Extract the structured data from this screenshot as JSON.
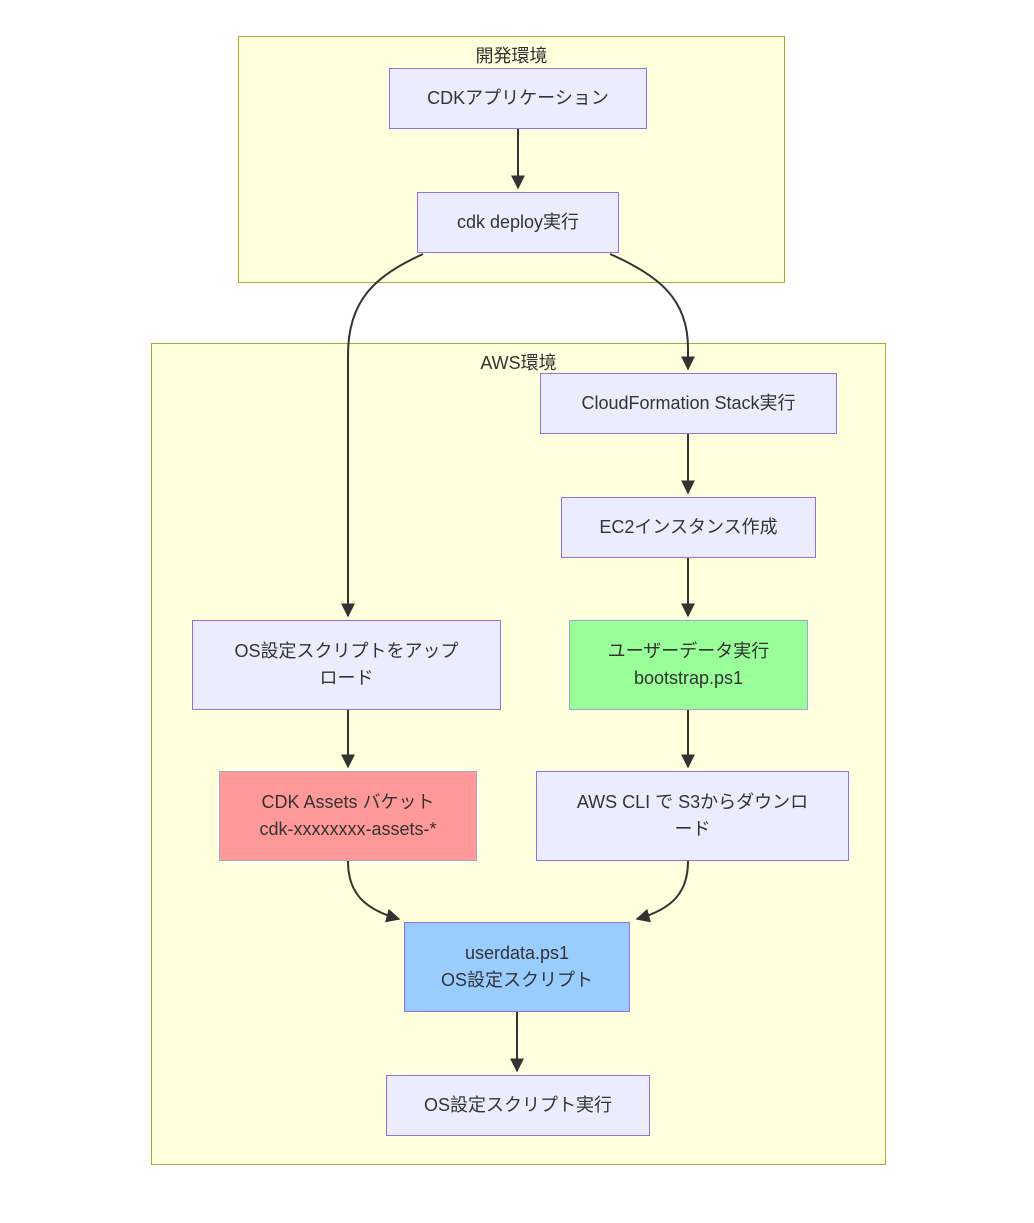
{
  "diagram_type": "flowchart",
  "colors": {
    "canvas_background": "#ffffff",
    "cluster_fill": "#ffffde",
    "cluster_border": "#aaaa33",
    "node_fill": "#ececff",
    "node_border": "#9370db",
    "green_node_fill": "#99ff99",
    "red_node_fill": "#ff9999",
    "blue_node_fill": "#99ccff",
    "colored_node_border": "#a3a3dd",
    "edge_color": "#333333",
    "text_color": "#333333"
  },
  "clusters": {
    "dev": {
      "title": "開発環境"
    },
    "aws": {
      "title": "AWS環境"
    }
  },
  "nodes": {
    "cdk_app": {
      "lines": [
        "CDKアプリケーション"
      ],
      "color": "default"
    },
    "cdk_deploy": {
      "lines": [
        "cdk deploy実行"
      ],
      "color": "default"
    },
    "cfn_stack": {
      "lines": [
        "CloudFormation Stack実行"
      ],
      "color": "default"
    },
    "ec2_create": {
      "lines": [
        "EC2インスタンス作成"
      ],
      "color": "default"
    },
    "os_script_upload": {
      "lines": [
        "OS設定スクリプトをアップ",
        "ロード"
      ],
      "color": "default"
    },
    "user_data_exec": {
      "lines": [
        "ユーザーデータ実行",
        "bootstrap.ps1"
      ],
      "color": "green"
    },
    "cdk_assets_bucket": {
      "lines": [
        "CDK Assets バケット",
        "cdk-xxxxxxxx-assets-*"
      ],
      "color": "red"
    },
    "aws_cli_download": {
      "lines": [
        "AWS CLI で S3からダウンロ",
        "ード"
      ],
      "color": "default"
    },
    "userdata_script": {
      "lines": [
        "userdata.ps1",
        "OS設定スクリプト"
      ],
      "color": "blue"
    },
    "os_script_exec": {
      "lines": [
        "OS設定スクリプト実行"
      ],
      "color": "default"
    }
  },
  "edges": [
    {
      "from": "cdk_app",
      "to": "cdk_deploy"
    },
    {
      "from": "cdk_deploy",
      "to": "cfn_stack"
    },
    {
      "from": "cdk_deploy",
      "to": "os_script_upload"
    },
    {
      "from": "cfn_stack",
      "to": "ec2_create"
    },
    {
      "from": "ec2_create",
      "to": "user_data_exec"
    },
    {
      "from": "os_script_upload",
      "to": "cdk_assets_bucket"
    },
    {
      "from": "user_data_exec",
      "to": "aws_cli_download"
    },
    {
      "from": "cdk_assets_bucket",
      "to": "userdata_script"
    },
    {
      "from": "aws_cli_download",
      "to": "userdata_script"
    },
    {
      "from": "userdata_script",
      "to": "os_script_exec"
    }
  ]
}
